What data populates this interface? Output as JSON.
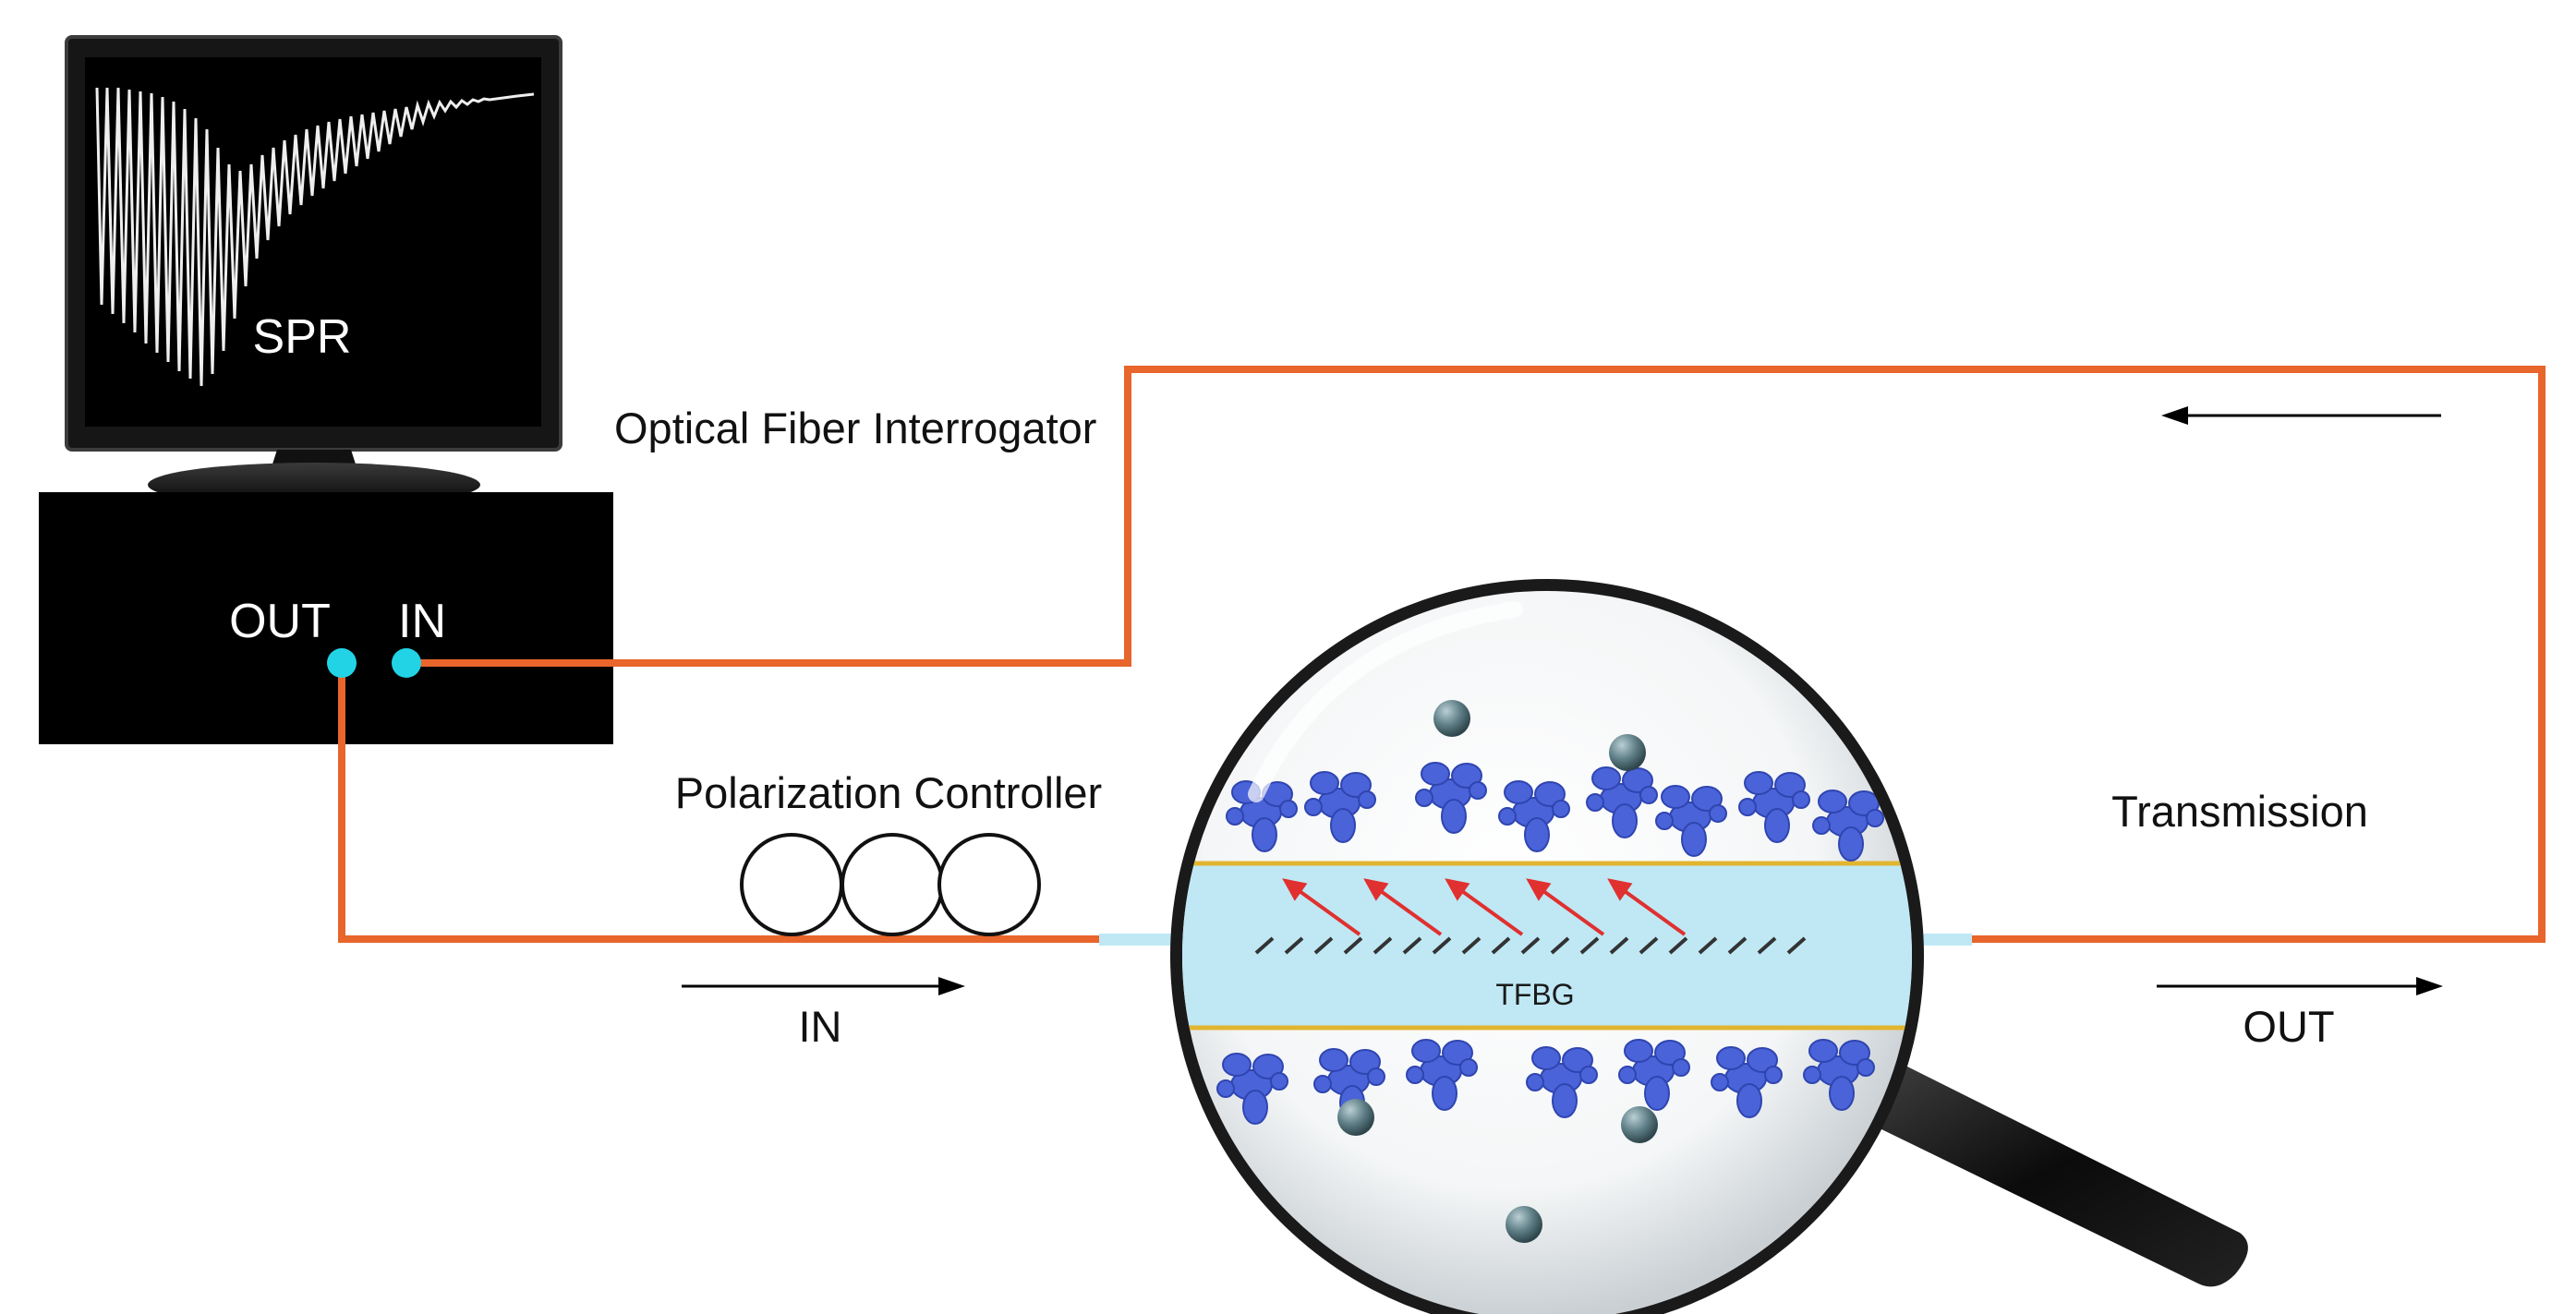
{
  "screen": {
    "label": "SPR"
  },
  "interrogator": {
    "title": "Optical Fiber Interrogator",
    "port_out": "OUT",
    "port_in": "IN"
  },
  "polarization_controller": {
    "label": "Polarization Controller"
  },
  "sensor": {
    "grating_label": "TFBG"
  },
  "flow": {
    "in_label": "IN",
    "out_label": "OUT",
    "transmission_label": "Transmission"
  },
  "colors": {
    "fiber": "#E8652B",
    "port": "#22D3E6",
    "fiber_core": "#BFE8F4",
    "cladding_edge": "#E2B530",
    "antibody": "#4A63D8",
    "light_ray": "#E03030",
    "device": "#000000"
  }
}
